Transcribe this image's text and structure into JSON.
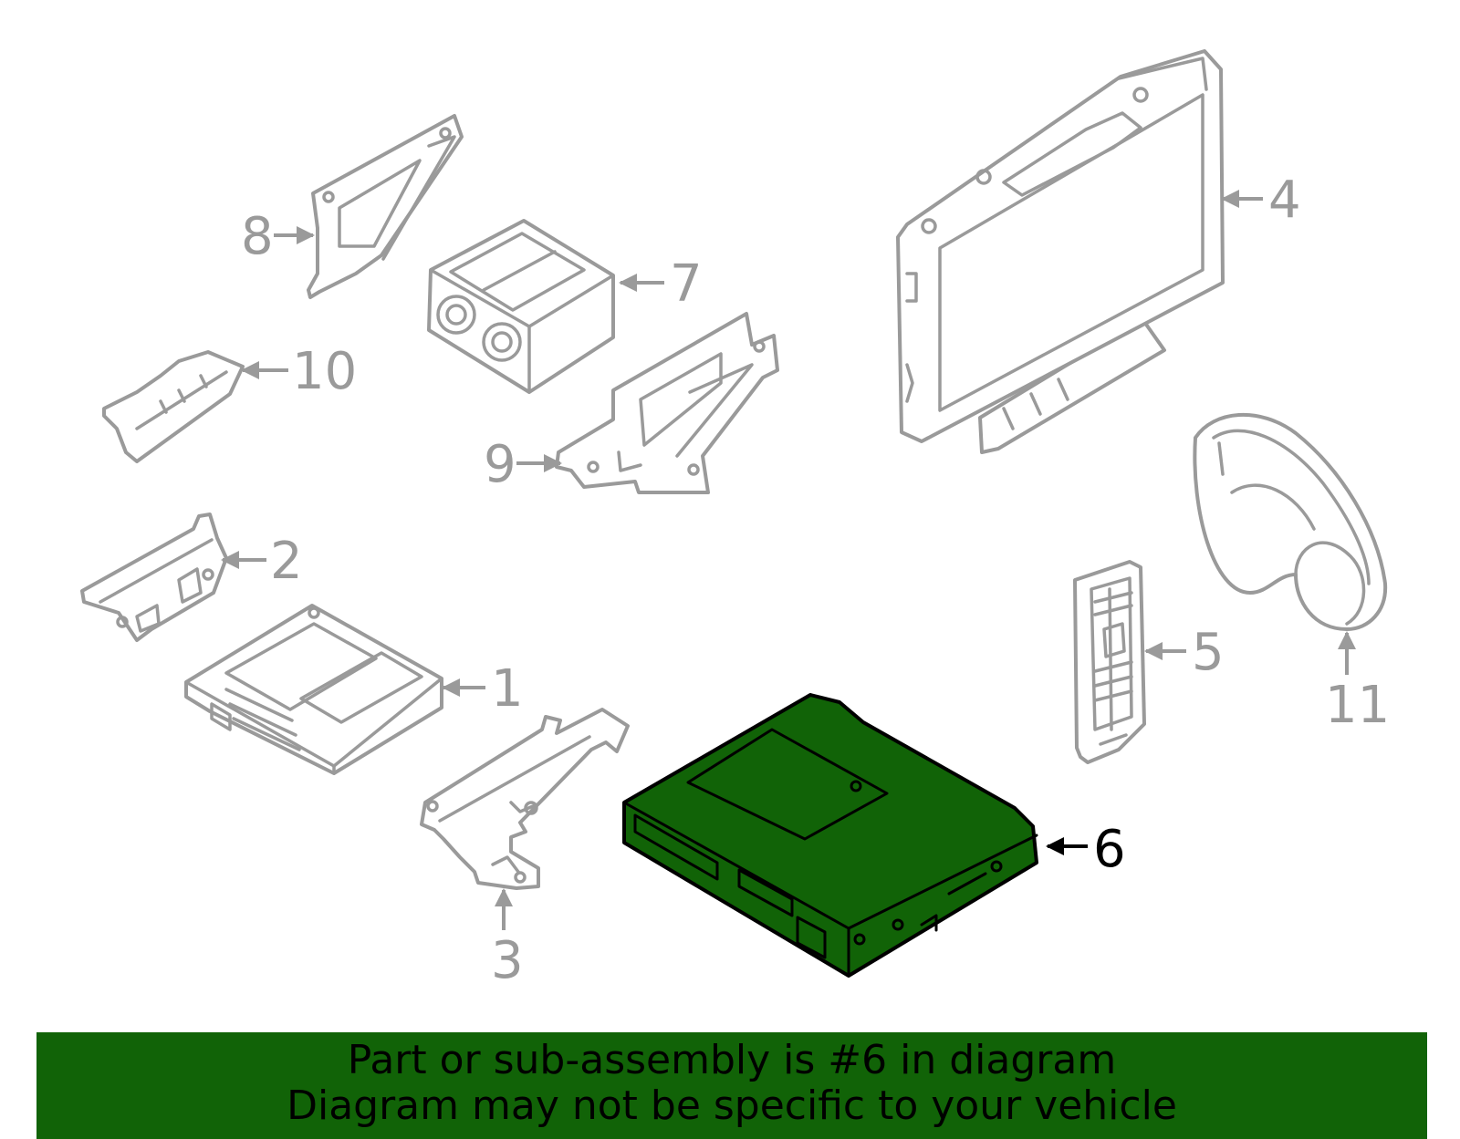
{
  "callouts": {
    "c1": "1",
    "c2": "2",
    "c3": "3",
    "c4": "4",
    "c5": "5",
    "c6": "6",
    "c7": "7",
    "c8": "8",
    "c9": "9",
    "c10": "10",
    "c11": "11"
  },
  "selected_part": "6",
  "footer": {
    "line1": "Part or sub-assembly is #6 in diagram",
    "line2": "Diagram may not be specific to your vehicle"
  },
  "colors": {
    "highlight": "#116307",
    "part_stroke": "#9a9a9a",
    "selected_stroke": "#000000"
  }
}
